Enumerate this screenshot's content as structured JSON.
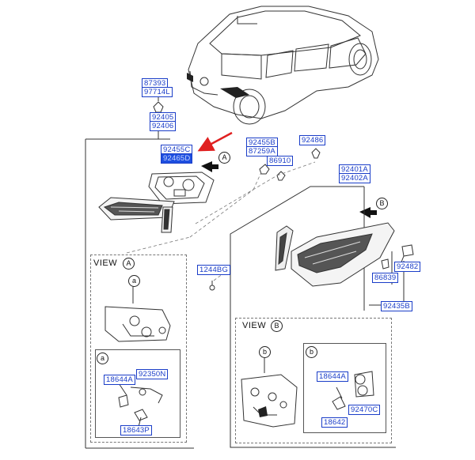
{
  "parts": {
    "p87393": "87393",
    "p97714L": "97714L",
    "p92405": "92405",
    "p92406": "92406",
    "p92455C": "92455C",
    "p92465D": "92465D",
    "p92455B": "92455B",
    "p87259A": "87259A",
    "p86910": "86910",
    "p92486": "92486",
    "p92401A": "92401A",
    "p92402A": "92402A",
    "p1244BG": "1244BG",
    "p92482": "92482",
    "p86839": "86839",
    "p92435B": "92435B",
    "p18644A_left": "18644A",
    "p92350N": "92350N",
    "p18643P": "18643P",
    "p18644A_right": "18644A",
    "p92470C": "92470C",
    "p18642": "18642"
  },
  "views": {
    "view_word": "VIEW",
    "a": "A",
    "b": "B",
    "sub_a": "a",
    "sub_b": "b"
  },
  "colors": {
    "part_label": "#1a3dc8",
    "highlight": "#1e4fe0",
    "pointer_arrow": "#e02020"
  }
}
